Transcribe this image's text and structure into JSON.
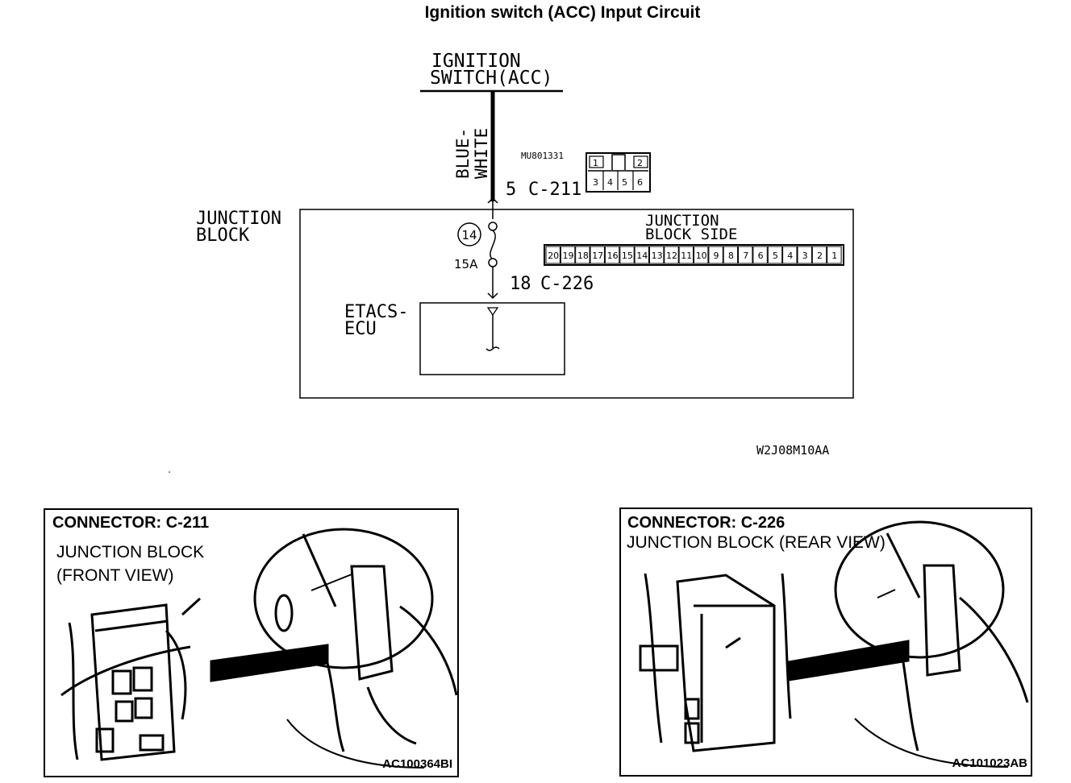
{
  "title": "Ignition switch (ACC) Input Circuit",
  "circuit": {
    "ignition_label_1": "IGNITION",
    "ignition_label_2": "SWITCH(ACC)",
    "wire_color_1": "BLUE-",
    "wire_color_2": "WHITE",
    "part_number": "MU801331",
    "pin_c211": "5",
    "connector_c211": "C-211",
    "jb_label_1": "JUNCTION",
    "jb_label_2": "BLOCK",
    "fuse_number": "14",
    "fuse_rating": "15A",
    "pin_c226": "18",
    "connector_c226": "C-226",
    "ecu_label_1": "ETACS-",
    "ecu_label_2": "ECU",
    "jb_side_1": "JUNCTION",
    "jb_side_2": "BLOCK SIDE",
    "c211_pins_top": [
      "1",
      "2"
    ],
    "c211_pins_bottom": [
      "3",
      "4",
      "5",
      "6"
    ],
    "jb_pins": [
      "20",
      "19",
      "18",
      "17",
      "16",
      "15",
      "14",
      "13",
      "12",
      "11",
      "10",
      "9",
      "8",
      "7",
      "6",
      "5",
      "4",
      "3",
      "2",
      "1"
    ],
    "figure_code": "W2J08M10AA"
  },
  "panels": [
    {
      "title": "CONNECTOR: C-211",
      "subtitle_1": "JUNCTION BLOCK",
      "subtitle_2": "(FRONT VIEW)",
      "code": "AC100364BI"
    },
    {
      "title": "CONNECTOR: C-226",
      "subtitle_1": "JUNCTION BLOCK (REAR VIEW)",
      "code": "AC101023AB"
    }
  ]
}
